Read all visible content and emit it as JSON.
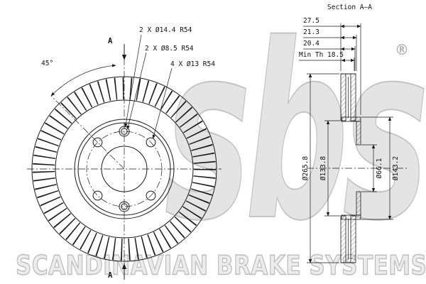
{
  "colors": {
    "line": "#1a1a1a",
    "watermark": "#dcdcdc"
  },
  "watermark": {
    "logo": "sbs",
    "registered": "®",
    "footer": "SCANDINAVIAN BRAKE SYSTEMS"
  },
  "front_view": {
    "label_holes_14": "2 X Ø14.4 R54",
    "label_holes_8": "2 X Ø8.5 R54",
    "label_holes_13": "4 X Ø13 R54",
    "label_angle": "45°",
    "section_marker": "A"
  },
  "section_view": {
    "title": "Section A–A",
    "dims_horizontal": [
      "27.5",
      "21.3",
      "20.4",
      "Min Th 18.5"
    ],
    "dims_vertical": [
      "Ø265.8",
      "Ø133.8",
      "Ø66.1",
      "Ø143.2"
    ]
  }
}
